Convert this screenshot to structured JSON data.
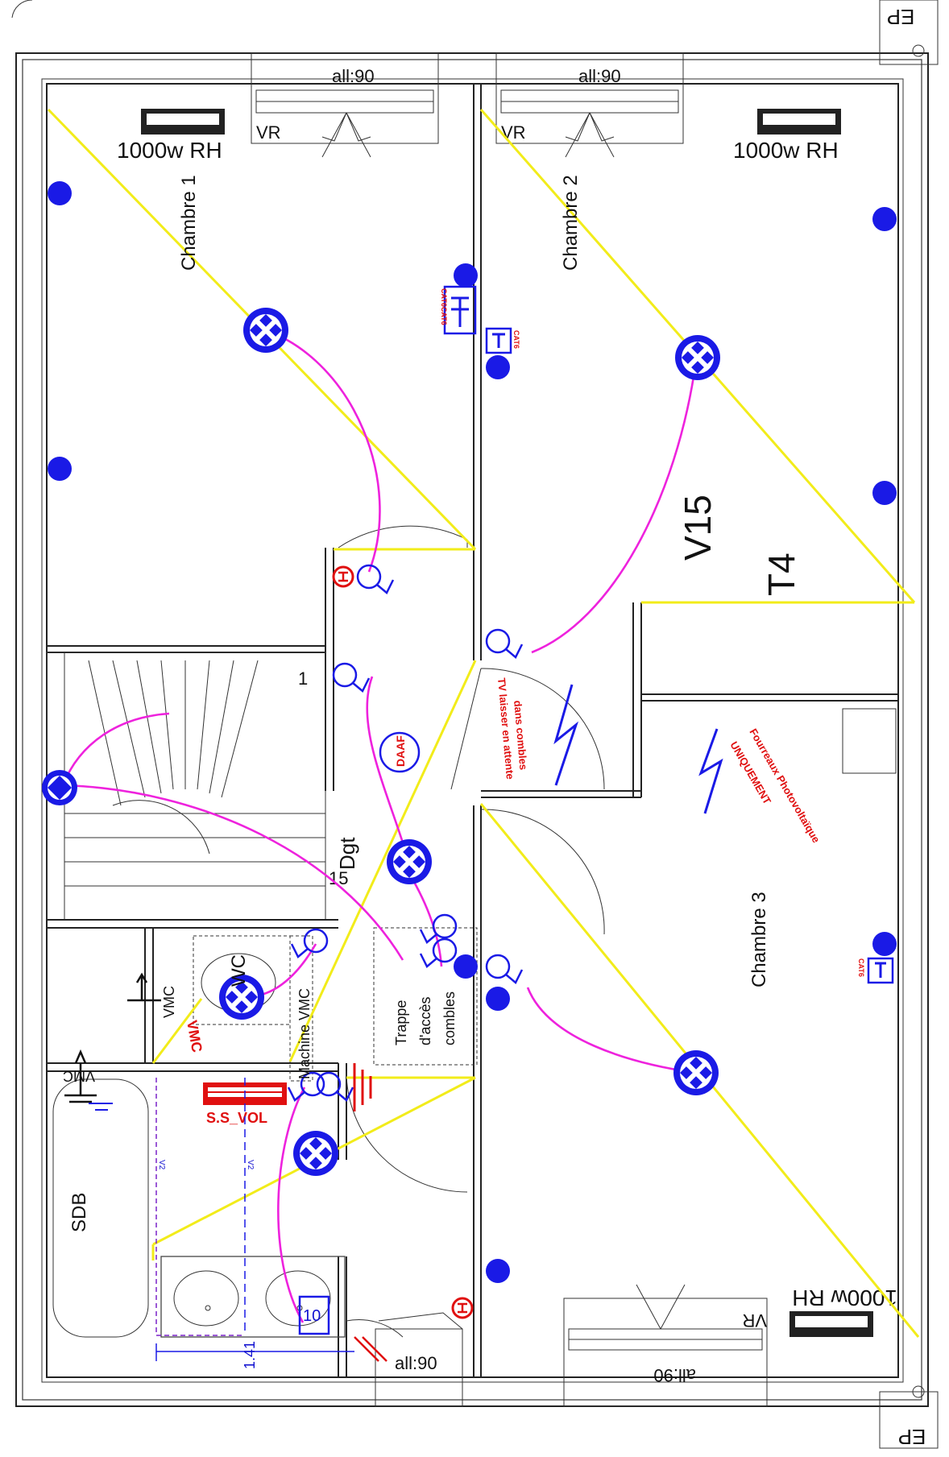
{
  "plan": {
    "rooms": {
      "chambre1": "Chambre 1",
      "chambre2": "Chambre 2",
      "chambre3": "Chambre 3",
      "sdb": "SDB",
      "wc": "WC",
      "dgt": "Dgt"
    },
    "labels": {
      "allege_top_left": "all:90",
      "allege_top_right": "all:90",
      "allege_bottom_left": "all:90",
      "allege_bottom_right": "all:90",
      "vr_top_left": "VR",
      "vr_top_right": "VR",
      "vr_bottom": "VR",
      "rad_top_left": "1000w RH",
      "rad_top_right": "1000w RH",
      "rad_bottom": "1000w RH",
      "ep_top": "EP",
      "ep_bottom": "EP",
      "v15": "V15",
      "t4": "T4",
      "stair_1": "1",
      "stair_15": "15",
      "daaf": "DAAF",
      "machine_vmc": "Machine VMC",
      "trappe_1": "Trappe",
      "trappe_2": "d'accès",
      "trappe_3": "combles",
      "ssvol": "S.S_VOL",
      "vmc_wc": "VMC",
      "vmc_sdb": "VMC",
      "vmc_red": "VMC",
      "cat6_pair": "CAT6CAT6",
      "cat6_single": "CAT6",
      "cat6_ch3": "CAT6",
      "tv_1": "TV laisser en attente",
      "tv_2": "dans combles",
      "pv_1": "Fourreaux Photovoltaïque",
      "pv_2": "UNIQUEMENT",
      "dim_141": "1.41",
      "socket_10": "10",
      "v2": "V2"
    },
    "colors": {
      "wiring": "#ee22dd",
      "light_fixture": "#1a1ae6",
      "ventilation_diag": "#f2ec1a",
      "warning_red": "#e01010"
    }
  }
}
